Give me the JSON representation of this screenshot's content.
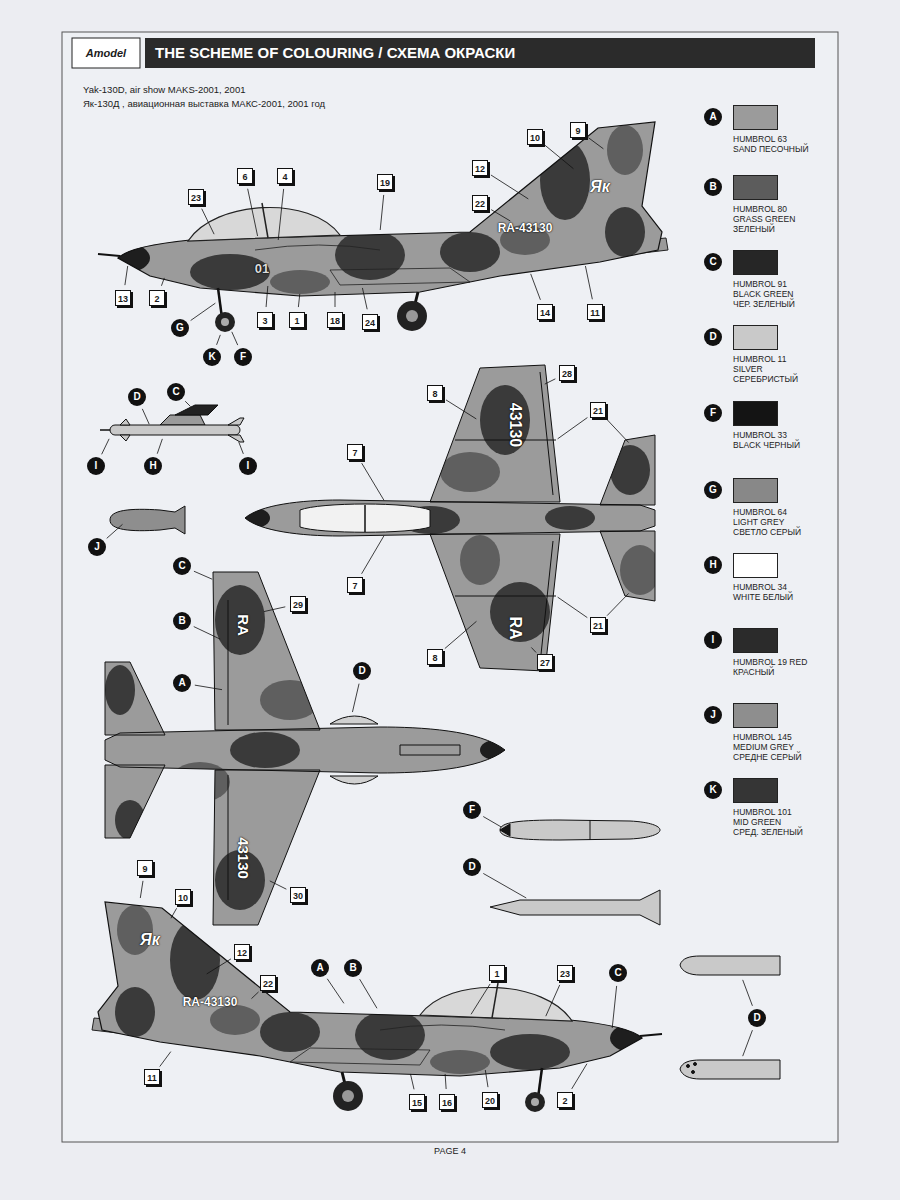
{
  "diagram": {
    "title": "THE SCHEME OF COLOURING / СХЕМА ОКРАСКИ",
    "labels": [
      "Amodel",
      "Yak-130D, air show MAKS-2001, 2001",
      "Як-130Д , авиационная выставка МАКС-2001, 2001 год",
      "10",
      "9",
      "12",
      "22",
      "23",
      "6",
      "4",
      "19",
      "13",
      "2",
      "3",
      "1",
      "18",
      "24",
      "14",
      "11",
      "G",
      "K",
      "F",
      "Як",
      "RA-43130",
      "01",
      "D",
      "C",
      "I",
      "H",
      "I",
      "J",
      "8",
      "28",
      "21",
      "7",
      "7",
      "21",
      "8",
      "27",
      "43130",
      "RA",
      "C",
      "29",
      "B",
      "A",
      "D",
      "30",
      "RA",
      "43130",
      "F",
      "D",
      "D",
      "9",
      "10",
      "12",
      "22",
      "A",
      "B",
      "1",
      "23",
      "C",
      "11",
      "15",
      "16",
      "20",
      "2",
      "Як",
      "RA-43130",
      "A",
      "B",
      "C",
      "D",
      "F",
      "G",
      "H",
      "I",
      "J",
      "K",
      "PAGE 4"
    ],
    "legend": [
      {
        "text": "HUMBROL 63 SAND ПЕСОЧНЫЙ",
        "color": "#9b9b9b"
      },
      {
        "text": "HUMBROL 80 GRASS GREEN ЗЕЛЕНЫЙ",
        "color": "#5c5c5c"
      },
      {
        "text": "HUMBROL 91 BLACK GREEN ЧЕР. ЗЕЛЕНЫЙ",
        "color": "#262626"
      },
      {
        "text": "HUMBROL 11 SILVER СЕРЕБРИСТЫЙ",
        "color": "#c9c9c9"
      },
      {
        "text": "HUMBROL 33 BLACK ЧЕРНЫЙ",
        "color": "#141414"
      },
      {
        "text": "HUMBROL 64 LIGHT GREY СВЕТЛО СЕРЫЙ",
        "color": "#888888"
      },
      {
        "text": "HUMBROL 34 WHITE БЕЛЫЙ",
        "color": "#ffffff"
      },
      {
        "text": "HUMBROL 19 RED КРАСНЫЙ",
        "color": "#2b2b2b"
      },
      {
        "text": "HUMBROL 145 MEDIUM GREY СРЕДНЕ СЕРЫЙ",
        "color": "#8e8e8e"
      },
      {
        "text": "HUMBROL 101 MID GREEN СРЕД. ЗЕЛЕНЫЙ",
        "color": "#353535"
      }
    ]
  }
}
